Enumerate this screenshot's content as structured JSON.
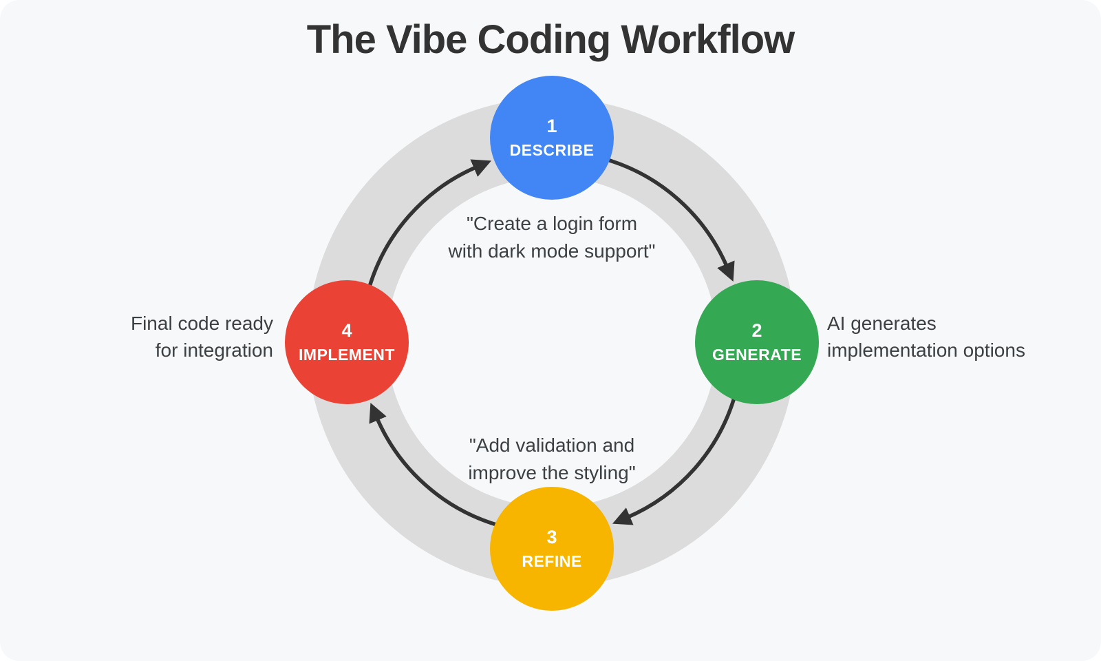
{
  "title": "The Vibe Coding Workflow",
  "colors": {
    "background": "#F6F8FA",
    "ring": "#DCDCDC",
    "arrow": "#333333",
    "title_text": "#333333",
    "body_text": "#3C4043",
    "step_blue": "#4285F4",
    "step_green": "#34A853",
    "step_yellow": "#F7B500",
    "step_red": "#EA4335"
  },
  "steps": [
    {
      "number": "1",
      "label": "DESCRIBE",
      "color": "#4285F4"
    },
    {
      "number": "2",
      "label": "GENERATE",
      "color": "#34A853"
    },
    {
      "number": "3",
      "label": "REFINE",
      "color": "#F7B500"
    },
    {
      "number": "4",
      "label": "IMPLEMENT",
      "color": "#EA4335"
    }
  ],
  "annotations": {
    "describe_prompt": {
      "line1": "\"Create a login form",
      "line2": "with dark mode support\""
    },
    "generate_note": {
      "line1": "AI generates",
      "line2": "implementation options"
    },
    "refine_prompt": {
      "line1": "\"Add validation and",
      "line2": "improve the styling\""
    },
    "implement_note": {
      "line1": "Final code ready",
      "line2": "for integration"
    }
  }
}
